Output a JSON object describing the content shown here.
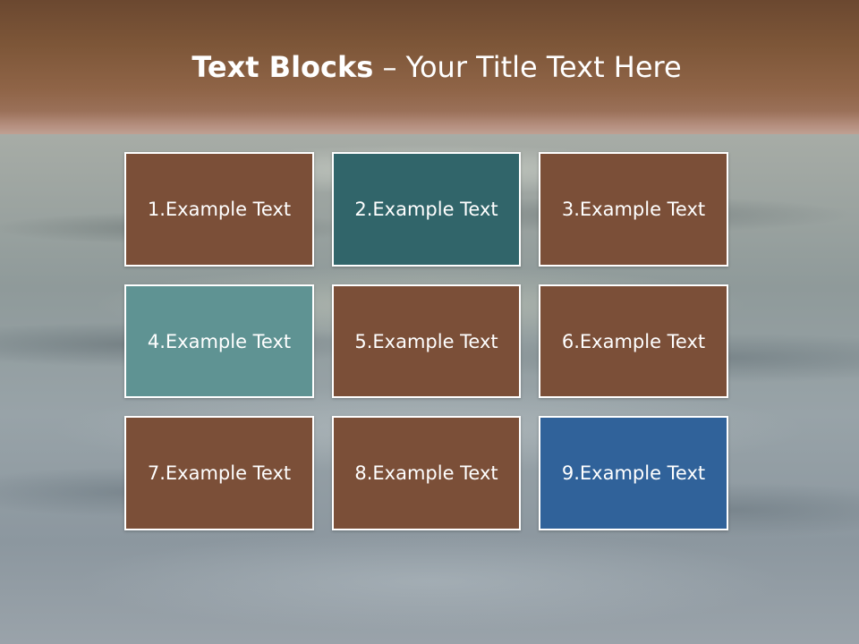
{
  "slide": {
    "title_bold": "Text Blocks",
    "title_separator": " – ",
    "title_rest": "Your Title Text Here",
    "blocks": [
      {
        "label": "1.Example Text",
        "color": "#7b4f38"
      },
      {
        "label": "2.Example Text",
        "color": "#31656a"
      },
      {
        "label": "3.Example Text",
        "color": "#7b4f38"
      },
      {
        "label": "4.Example Text",
        "color": "#5f9393"
      },
      {
        "label": "5.Example Text",
        "color": "#7b4f38"
      },
      {
        "label": "6.Example Text",
        "color": "#7b4f38"
      },
      {
        "label": "7.Example Text",
        "color": "#7b4f38"
      },
      {
        "label": "8.Example Text",
        "color": "#7b4f38"
      },
      {
        "label": "9.Example Text",
        "color": "#30629a"
      }
    ]
  }
}
